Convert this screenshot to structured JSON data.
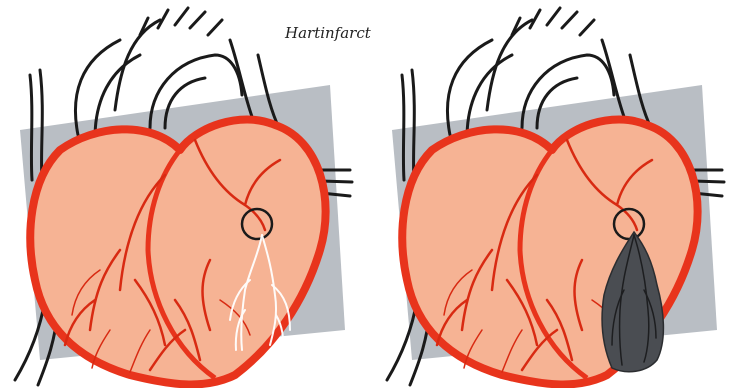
{
  "title": "Hartinfarct",
  "colors": {
    "outline": "#e8341c",
    "muscle": "#f6b394",
    "artery": "#d82a12",
    "vessel_line": "#1a1a1a",
    "backdrop": "#b9bec4",
    "blocked_flow": "#ffffff",
    "dead_tissue": "#4a4d52"
  },
  "panels": [
    {
      "name": "heart-with-blockage",
      "state": "blocked artery"
    },
    {
      "name": "heart-with-infarct",
      "state": "dead muscle tissue"
    }
  ]
}
